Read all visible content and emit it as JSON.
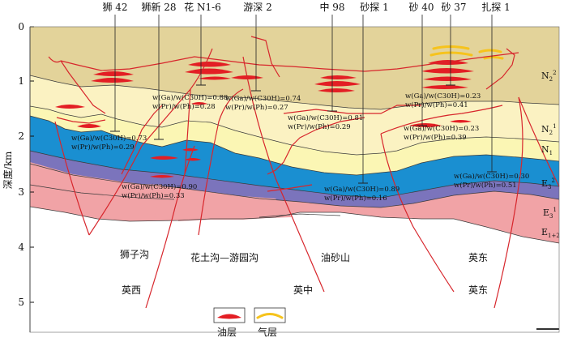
{
  "wells": [
    {
      "id": "w1",
      "name": "狮 42"
    },
    {
      "id": "w2",
      "name": "狮新 28"
    },
    {
      "id": "w3",
      "name": "花 N1-6"
    },
    {
      "id": "w4",
      "name": "游深 2"
    },
    {
      "id": "w5",
      "name": "中 98"
    },
    {
      "id": "w6",
      "name": "砂探 1"
    },
    {
      "id": "w7",
      "name": "砂 40"
    },
    {
      "id": "w8",
      "name": "砂 37"
    },
    {
      "id": "w9",
      "name": "扎探 1"
    }
  ],
  "axis": {
    "label": "深度/km",
    "ticks": [
      "0",
      "1",
      "2",
      "3",
      "4",
      "5"
    ]
  },
  "formations": {
    "N2_2": {
      "main": "N",
      "sub": "2",
      "sup": "2"
    },
    "N2_1": {
      "main": "N",
      "sub": "2",
      "sup": "1"
    },
    "N1": {
      "main": "N",
      "sub": "1",
      "sup": ""
    },
    "E3_2": {
      "main": "E",
      "sub": "3",
      "sup": "2"
    },
    "E3_1": {
      "main": "E",
      "sub": "3",
      "sup": "1"
    },
    "E12": {
      "main": "E",
      "sub": "1+2",
      "sup": ""
    }
  },
  "annotations": [
    {
      "id": "a1",
      "line1": "w(Ga)/w(C30H)=0.73",
      "line2": "w(Pr)/w(Ph)=0.29"
    },
    {
      "id": "a2",
      "line1": "w(Ga)/w(C30H)=0.90",
      "line2": "w(Pr)/w(Ph)=0.33"
    },
    {
      "id": "a3",
      "line1": "w(Ga)/w(C30H)=0.88",
      "line2": "w(Pr)/w(Ph)=0.28"
    },
    {
      "id": "a4",
      "line1": "w(Ga)/w(C30H)=0.74",
      "line2": "w(Pr)/w(Ph)=0.27"
    },
    {
      "id": "a5",
      "line1": "w(Ga)/w(C30H)=0.81",
      "line2": "w(Pr)/w(Ph)=0.29"
    },
    {
      "id": "a6",
      "line1": "w(Ga)/w(C30H)=0.89",
      "line2": "w(Pr)/w(Ph)=0.16"
    },
    {
      "id": "a7",
      "line1": "w(Ga)/w(C30H)=0.23",
      "line2": "w(Pr)/w(Ph)=0.41"
    },
    {
      "id": "a8",
      "line1": "w(Ga)/w(C30H)=0.23",
      "line2": "w(Pr)/w(Ph)=0.39"
    },
    {
      "id": "a9",
      "line1": "w(Ga)/w(C30H)=0.30",
      "line2": "w(Pr)/w(Ph)=0.51"
    }
  ],
  "structures": [
    {
      "id": "s1",
      "name": "狮子沟"
    },
    {
      "id": "s2",
      "name": "花土沟—游园沟"
    },
    {
      "id": "s3",
      "name": "油砂山"
    },
    {
      "id": "s4",
      "name": "英东"
    }
  ],
  "regions": [
    {
      "id": "r1",
      "name": "英西"
    },
    {
      "id": "r2",
      "name": "英中"
    },
    {
      "id": "r3",
      "name": "英东"
    }
  ],
  "legend": {
    "oil": "油层",
    "gas": "气层"
  },
  "colors": {
    "N2_2": "#e3d39a",
    "N2_1": "#fbf2c2",
    "N1": "#fbf6b4",
    "E3_2": "#1a8fd1",
    "E3_1": "#7b74bc",
    "E12": "#f1a3a6",
    "oil": "#e31e24",
    "gas": "#f6c31c",
    "fault": "#d7262c"
  }
}
